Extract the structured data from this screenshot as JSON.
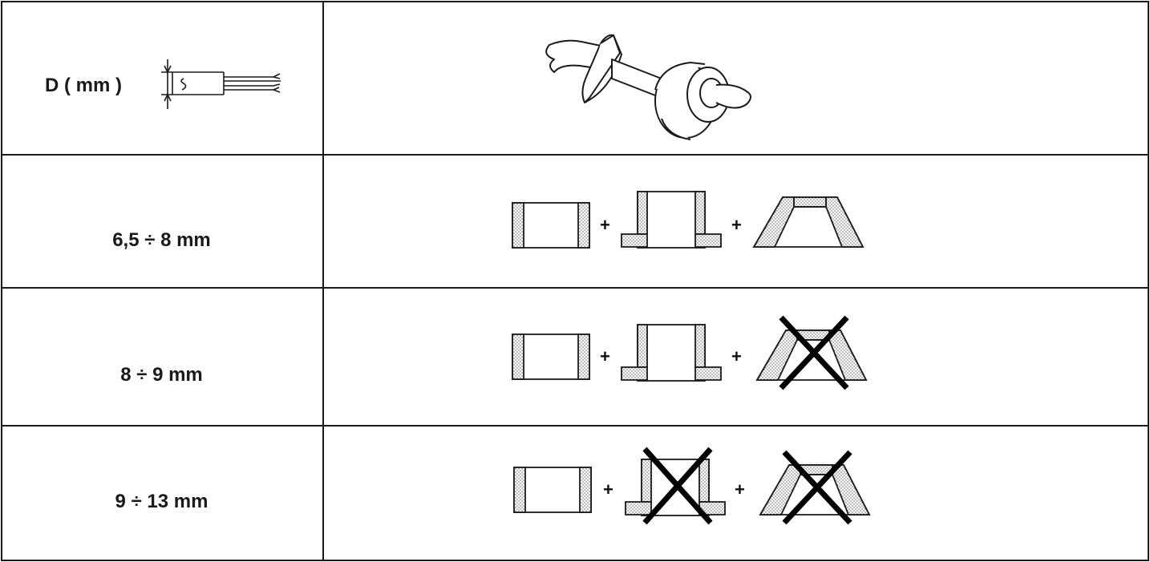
{
  "header": {
    "diameter_label": "D ( mm )"
  },
  "rows": [
    {
      "range": "6,5 ÷ 8 mm",
      "parts": [
        "sleeve",
        "flanged-sleeve",
        "cone"
      ],
      "excluded": []
    },
    {
      "range": "8 ÷ 9 mm",
      "parts": [
        "sleeve",
        "flanged-sleeve",
        "cone"
      ],
      "excluded": [
        "cone"
      ]
    },
    {
      "range": "9 ÷ 13 mm",
      "parts": [
        "sleeve",
        "flanged-sleeve",
        "cone"
      ],
      "excluded": [
        "flanged-sleeve",
        "cone"
      ]
    }
  ],
  "separator": "+",
  "colors": {
    "line": "#1a1a1a",
    "hatch": "#555555",
    "background": "#ffffff"
  }
}
